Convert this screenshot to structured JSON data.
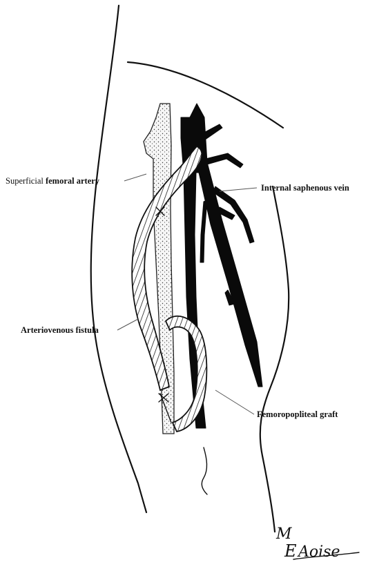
{
  "labels": {
    "superficial_femoral_artery": {
      "part1": "Superficial",
      "part2": "femoral artery"
    },
    "internal_saphenous_vein": "Internal saphenous vein",
    "arteriovenous_fistula": "Arteriovenous fistula",
    "femoropopliteal_graft": "Femoropopliteal graft"
  },
  "signature": {
    "text": "M E Aoise"
  },
  "colors": {
    "ink": "#111111",
    "artery_fill": "#f4f4f4",
    "vein_fill": "#0a0a0a",
    "background": "#ffffff"
  }
}
